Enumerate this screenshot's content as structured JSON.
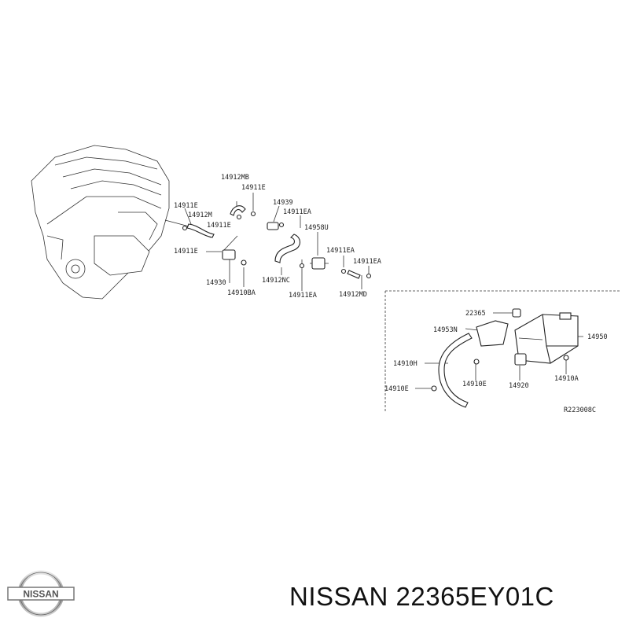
{
  "labels": {
    "p14912MB": "14912MB",
    "p14911E_top": "14911E",
    "p14911E_left": "14911E",
    "p14912M": "14912M",
    "p14911E_mid": "14911E",
    "p14911E_low": "14911E",
    "p14939": "14939",
    "p14911EA_a": "14911EA",
    "p14958U": "14958U",
    "p14911EA_b": "14911EA",
    "p14911EA_c": "14911EA",
    "p14930": "14930",
    "p14910BA": "14910BA",
    "p14912NC": "14912NC",
    "p14911EA_d": "14911EA",
    "p14912MD": "14912MD",
    "p22365": "22365",
    "p14953N": "14953N",
    "p14950": "14950",
    "p14910H": "14910H",
    "p14910E_a": "14910E",
    "p14910E_b": "14910E",
    "p14920": "14920",
    "p14910A": "14910A",
    "ref": "R223008C"
  },
  "logo_text": "NISSAN",
  "caption": "NISSAN 22365EY01C"
}
